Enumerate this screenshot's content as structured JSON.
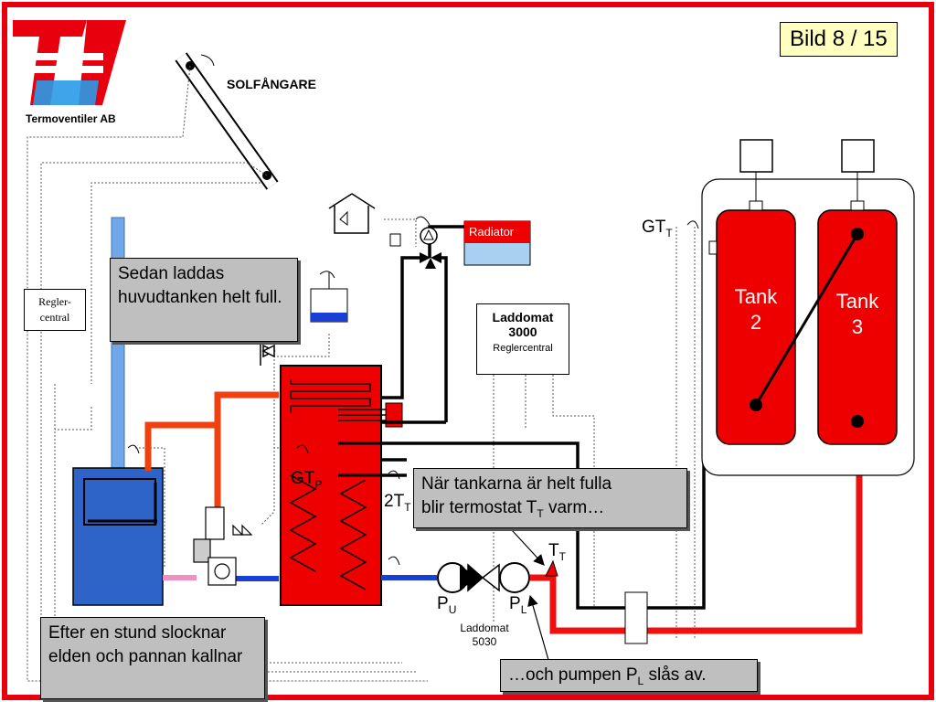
{
  "company": {
    "name": "Termoventiler AB"
  },
  "slide": {
    "counter": "Bild 8 / 15"
  },
  "labels": {
    "solar": "SOLFÅNGARE",
    "regler_central_1": "Regler-",
    "regler_central_2": "central",
    "radiator": "Radiator",
    "laddomat3000_title1": "Laddomat",
    "laddomat3000_title2": "3000",
    "laddomat3000_sub": "Reglercentral",
    "tank2_line1": "Tank",
    "tank2_line2": "2",
    "tank3_line1": "Tank",
    "tank3_line2": "3",
    "gt_t": "GT",
    "gt_t_sub": "T",
    "gt_p": "GT",
    "gt_p_sub": "P",
    "two_t": "2T",
    "two_t_sub": "T",
    "t_t": "T",
    "t_t_sub": "T",
    "p_u": "P",
    "p_u_sub": "U",
    "p_l": "P",
    "p_l_sub": "L",
    "laddomat5030_1": "Laddomat",
    "laddomat5030_2": "5030"
  },
  "callouts": {
    "loading": "Sedan laddas huvudtanken helt full.",
    "tanks_full_a": "När tankarna är helt fulla",
    "tanks_full_b": "blir termostat T",
    "tanks_full_sub": "T",
    "tanks_full_c": " varm…",
    "fire_out": "Efter en stund slocknar elden och pannan kallnar",
    "pump_off_a": "…och pumpen P",
    "pump_off_sub": "L",
    "pump_off_b": " slås av."
  },
  "colors": {
    "frame": "#e8000e",
    "tank_red": "#ee0000",
    "boiler_blue": "#2e64c8",
    "pipe_blue": "#1a3fd6",
    "pipe_orange": "#f04010",
    "callout_grey": "#bfbfbf",
    "badge_yellow": "#ffffc0"
  }
}
